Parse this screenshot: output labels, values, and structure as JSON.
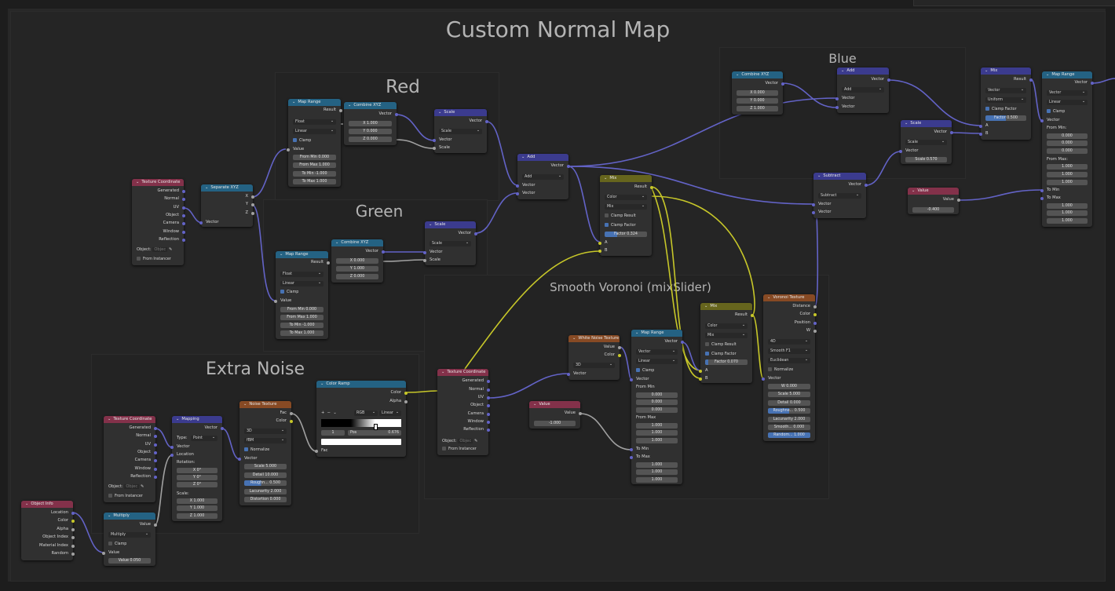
{
  "editor": {
    "background": "#282828"
  },
  "colors": {
    "wire_vector": "#6363c7",
    "wire_color": "#c7c729",
    "wire_float": "#a1a1a1",
    "input_header": "#83314a",
    "vector_header": "#3b3b8e",
    "converter_header": "#246283",
    "texture_header": "#874a24",
    "color_header": "#66651d",
    "accent": "#4772b3"
  },
  "frames": [
    {
      "label": "Custom Normal Map"
    },
    {
      "label": "Red"
    },
    {
      "label": "Green"
    },
    {
      "label": "Blue"
    },
    {
      "label": "Extra Noise"
    },
    {
      "label": "Smooth Voronoi (mixSlider)"
    }
  ],
  "nodes": [
    {
      "title": "Texture Coordinate",
      "outputs": [
        "Generated",
        "Normal",
        "UV",
        "Object",
        "Camera",
        "Window",
        "Reflection"
      ],
      "object_label": "Object:",
      "object_placeholder": "Objec",
      "from_instancer": "From Instancer"
    },
    {
      "title": "Separate XYZ",
      "outputs": [
        "X",
        "Y",
        "Z"
      ],
      "input": "Vector"
    },
    {
      "title": "Map Range",
      "result": "Result",
      "data_type": "Float",
      "interp": "Linear",
      "clamp": "Clamp",
      "input_value": "Value",
      "fields": [
        "From Min  0.000",
        "From Max  1.000",
        "To Min   -1.000",
        "To Max   1.000"
      ]
    },
    {
      "title": "Combine XYZ",
      "output": "Vector",
      "fields": [
        "X  1.000",
        "Y  0.000",
        "Z  0.000"
      ]
    },
    {
      "title": "Scale",
      "output": "Vector",
      "op": "Scale",
      "inputs": [
        "Vector",
        "Scale"
      ]
    },
    {
      "title": "Map Range",
      "result": "Result",
      "data_type": "Float",
      "interp": "Linear",
      "clamp": "Clamp",
      "input_value": "Value",
      "fields": [
        "From Min  0.000",
        "From Max  1.000",
        "To Min   -1.000",
        "To Max   1.000"
      ]
    },
    {
      "title": "Combine XYZ",
      "output": "Vector",
      "fields": [
        "X  0.000",
        "Y  1.000",
        "Z  0.000"
      ]
    },
    {
      "title": "Scale",
      "output": "Vector",
      "op": "Scale",
      "inputs": [
        "Vector",
        "Scale"
      ]
    },
    {
      "title": "Add",
      "output": "Vector",
      "op": "Add",
      "inputs": [
        "Vector",
        "Vector"
      ]
    },
    {
      "title": "Mix",
      "result": "Result",
      "data_type": "Color",
      "blend": "Mix",
      "clamp_result": "Clamp Result",
      "clamp_factor": "Clamp Factor",
      "factor": "Factor  0.324",
      "inputs": [
        "A",
        "B"
      ]
    },
    {
      "title": "Combine XYZ",
      "output": "Vector",
      "fields": [
        "X  0.000",
        "Y  0.000",
        "Z  1.000"
      ]
    },
    {
      "title": "Add",
      "output": "Vector",
      "op": "Add",
      "inputs": [
        "Vector",
        "Vector"
      ]
    },
    {
      "title": "Scale",
      "output": "Vector",
      "op": "Scale",
      "inputs": [
        "Vector"
      ],
      "field": "Scale  0.570"
    },
    {
      "title": "Subtract",
      "output": "Vector",
      "op": "Subtract",
      "inputs": [
        "Vector",
        "Vector"
      ]
    },
    {
      "title": "Mix",
      "result": "Result",
      "data_type": "Vector",
      "mode": "Uniform",
      "clamp_factor": "Clamp Factor",
      "factor": "Factor  0.500",
      "inputs": [
        "A",
        "B"
      ]
    },
    {
      "title": "Map Range",
      "output": "Vector",
      "data_type": "Vector",
      "interp": "Linear",
      "clamp": "Clamp",
      "input_vector": "Vector",
      "from_min": "From Min:",
      "from_min_vals": [
        "0.000",
        "0.000",
        "0.000"
      ],
      "from_max": "From Max:",
      "from_max_vals": [
        "1.000",
        "1.000",
        "1.000"
      ],
      "to_min": "To Min",
      "to_max": "To Max",
      "to_max_vals": [
        "1.000",
        "1.000",
        "1.000"
      ]
    },
    {
      "title": "Value",
      "output": "Value",
      "value": "-0.400"
    },
    {
      "title": "Texture Coordinate",
      "outputs": [
        "Generated",
        "Normal",
        "UV",
        "Object",
        "Camera",
        "Window",
        "Reflection"
      ],
      "object_label": "Object:",
      "object_placeholder": "Objec",
      "from_instancer": "From Instancer"
    },
    {
      "title": "Mapping",
      "output": "Vector",
      "type_label": "Type:",
      "type_value": "Point",
      "input_vector": "Vector",
      "location": "Location",
      "rotation": "Rotation:",
      "rot_vals": [
        "X  0°",
        "Y  0°",
        "Z  0°"
      ],
      "scale": "Scale:",
      "scale_vals": [
        "X  1.000",
        "Y  1.000",
        "Z  1.000"
      ]
    },
    {
      "title": "Noise Texture",
      "outputs": [
        "Fac",
        "Color"
      ],
      "dims": "3D",
      "type": "fBM",
      "normalize": "Normalize",
      "input_vector": "Vector",
      "fields": [
        "Scale  5.000",
        "Detail  10.000",
        "Roughn...  0.500",
        "Lacunarity  2.000",
        "Distortion  0.000"
      ]
    },
    {
      "title": "Color Ramp",
      "outputs": [
        "Color",
        "Alpha"
      ],
      "plus": "+",
      "minus": "−",
      "mode": "RGB",
      "interp": "Linear",
      "stop_index": "1",
      "pos": "Pos",
      "pos_value": "0.676",
      "input": "Fac"
    },
    {
      "title": "Object Info",
      "outputs": [
        "Location",
        "Color",
        "Alpha",
        "Object Index",
        "Material Index",
        "Random"
      ]
    },
    {
      "title": "Multiply",
      "output": "Value",
      "op": "Multiply",
      "clamp": "Clamp",
      "input_value": "Value",
      "field": "Value  0.050"
    },
    {
      "title": "Texture Coordinate",
      "outputs": [
        "Generated",
        "Normal",
        "UV",
        "Object",
        "Camera",
        "Window",
        "Reflection"
      ],
      "object_label": "Object:",
      "object_placeholder": "Objec",
      "from_instancer": "From Instancer"
    },
    {
      "title": "White Noise Texture",
      "outputs": [
        "Value",
        "Color"
      ],
      "dims": "3D",
      "input_vector": "Vector"
    },
    {
      "title": "Value",
      "output": "Value",
      "value": "-1.000"
    },
    {
      "title": "Map Range",
      "output": "Vector",
      "data_type": "Vector",
      "interp": "Linear",
      "clamp": "Clamp",
      "input_vector": "Vector",
      "from_min": "From Min",
      "from_min_vals": [
        "0.000",
        "0.000",
        "0.000"
      ],
      "from_max": "From Max",
      "from_max_vals": [
        "1.000",
        "1.000",
        "1.000"
      ],
      "to_min": "To Min",
      "to_max": "To Max",
      "to_max_vals": [
        "1.000",
        "1.000",
        "1.000"
      ]
    },
    {
      "title": "Mix",
      "result": "Result",
      "data_type": "Color",
      "blend": "Mix",
      "clamp_result": "Clamp Result",
      "clamp_factor": "Clamp Factor",
      "factor": "Factor  0.070",
      "inputs": [
        "A",
        "B"
      ]
    },
    {
      "title": "Voronoi Texture",
      "outputs": [
        "Distance",
        "Color",
        "Position",
        "W"
      ],
      "dims": "4D",
      "feature": "Smooth F1",
      "metric": "Euclidean",
      "normalize": "Normalize",
      "input_vector": "Vector",
      "fields": [
        "W  0.000",
        "Scale  5.000",
        "Detail  0.000",
        "Roughne...  0.500",
        "Lacunarity  2.000",
        "Smooth...  0.000",
        "Random...  1.000"
      ]
    }
  ]
}
